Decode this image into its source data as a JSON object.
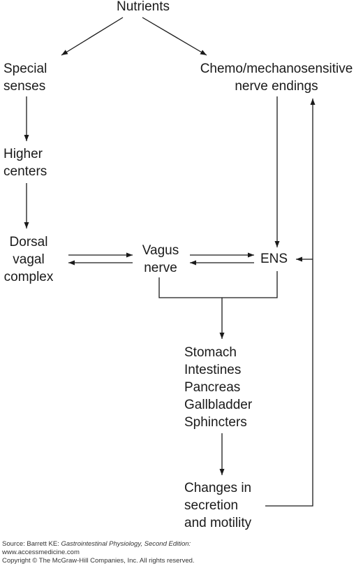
{
  "nodes": {
    "nutrients": "Nutrients",
    "special_senses": [
      "Special",
      "senses"
    ],
    "chemo": [
      "Chemo/mechanosensitive",
      "nerve endings"
    ],
    "higher_centers": [
      "Higher",
      "centers"
    ],
    "dorsal_vagal": [
      "Dorsal",
      "vagal",
      "complex"
    ],
    "vagus_nerve": [
      "Vagus",
      "nerve"
    ],
    "ens": "ENS",
    "organs": [
      "Stomach",
      "Intestines",
      "Pancreas",
      "Gallbladder",
      "Sphincters"
    ],
    "changes": [
      "Changes in",
      "secretion",
      "and motility"
    ]
  },
  "source": {
    "prefix": "Source: Barrett KE: ",
    "book_title": "Gastrointestinal Physiology, Second Edition:",
    "website": "www.accessmedicine.com",
    "copyright": "Copyright © The McGraw-Hill Companies, Inc. All rights reserved."
  },
  "colors": {
    "text": "#1a1a1a",
    "arrow": "#1a1a1a"
  }
}
